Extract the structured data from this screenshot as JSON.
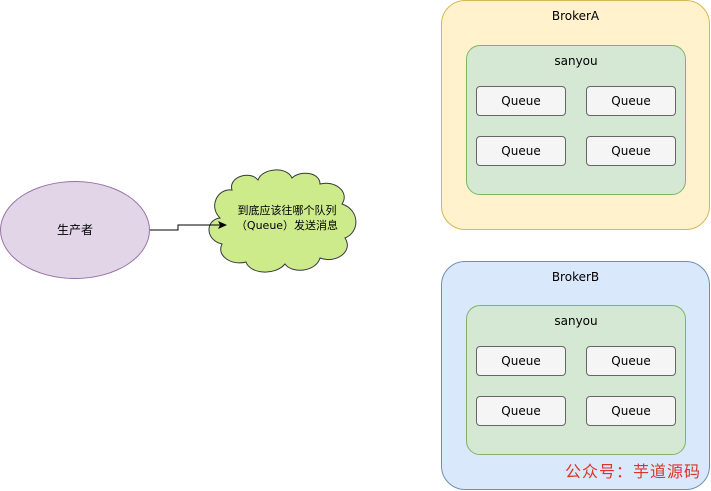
{
  "producer": {
    "label": "生产者"
  },
  "question": {
    "line1": "到底应该往哪个队列",
    "line2": "（Queue）发送消息"
  },
  "brokers": [
    {
      "name": "BrokerA",
      "topic": "sanyou",
      "queues": [
        "Queue",
        "Queue",
        "Queue",
        "Queue"
      ]
    },
    {
      "name": "BrokerB",
      "topic": "sanyou",
      "queues": [
        "Queue",
        "Queue",
        "Queue",
        "Queue"
      ]
    }
  ],
  "watermark": "公众号：芋道源码",
  "colors": {
    "producer_fill": "#e1d5e7",
    "cloud_fill": "#cdeb8b",
    "broker_a_fill": "#fff2cc",
    "broker_b_fill": "#dae8fc",
    "topic_fill": "#d5e8d4",
    "queue_fill": "#f5f5f5",
    "watermark": "#d9352a"
  }
}
